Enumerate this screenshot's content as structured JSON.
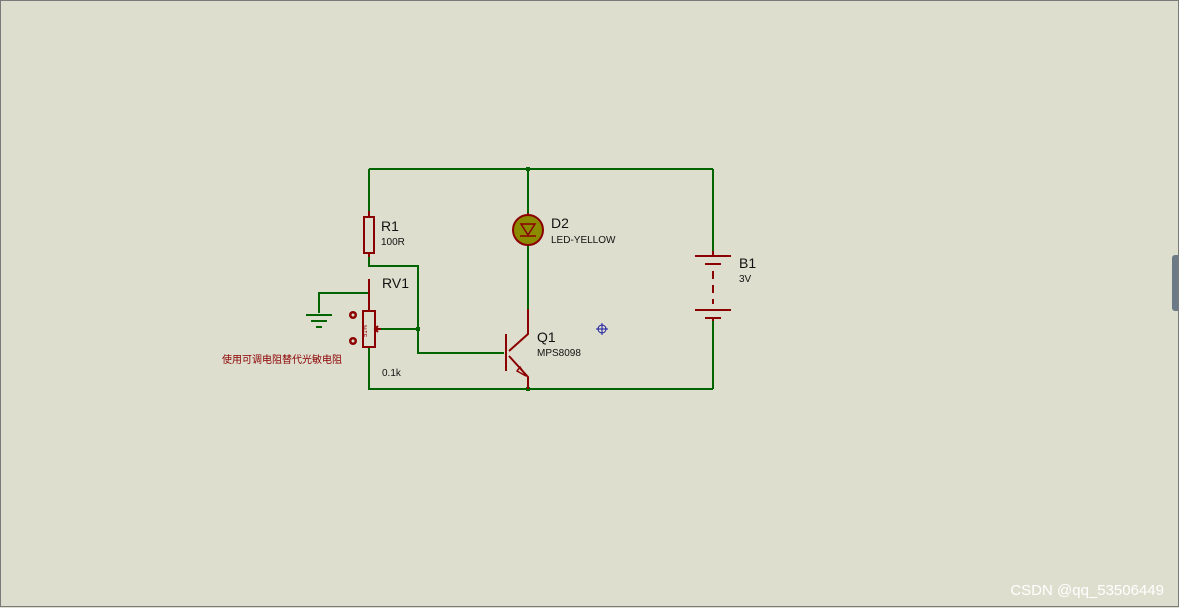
{
  "components": {
    "r1": {
      "ref": "R1",
      "value": "100R"
    },
    "d2": {
      "ref": "D2",
      "value": "LED-YELLOW"
    },
    "b1": {
      "ref": "B1",
      "value": "3V"
    },
    "rv1": {
      "ref": "RV1",
      "value": "0.1k",
      "wiper": "51%"
    },
    "q1": {
      "ref": "Q1",
      "value": "MPS8098"
    }
  },
  "note": "使用可调电阻替代光敏电阻",
  "watermark": "CSDN @qq_53506449",
  "colors": {
    "wire": "#006400",
    "component": "#8b0000",
    "background": "#dedecf",
    "led_body": "#8b8b00"
  }
}
